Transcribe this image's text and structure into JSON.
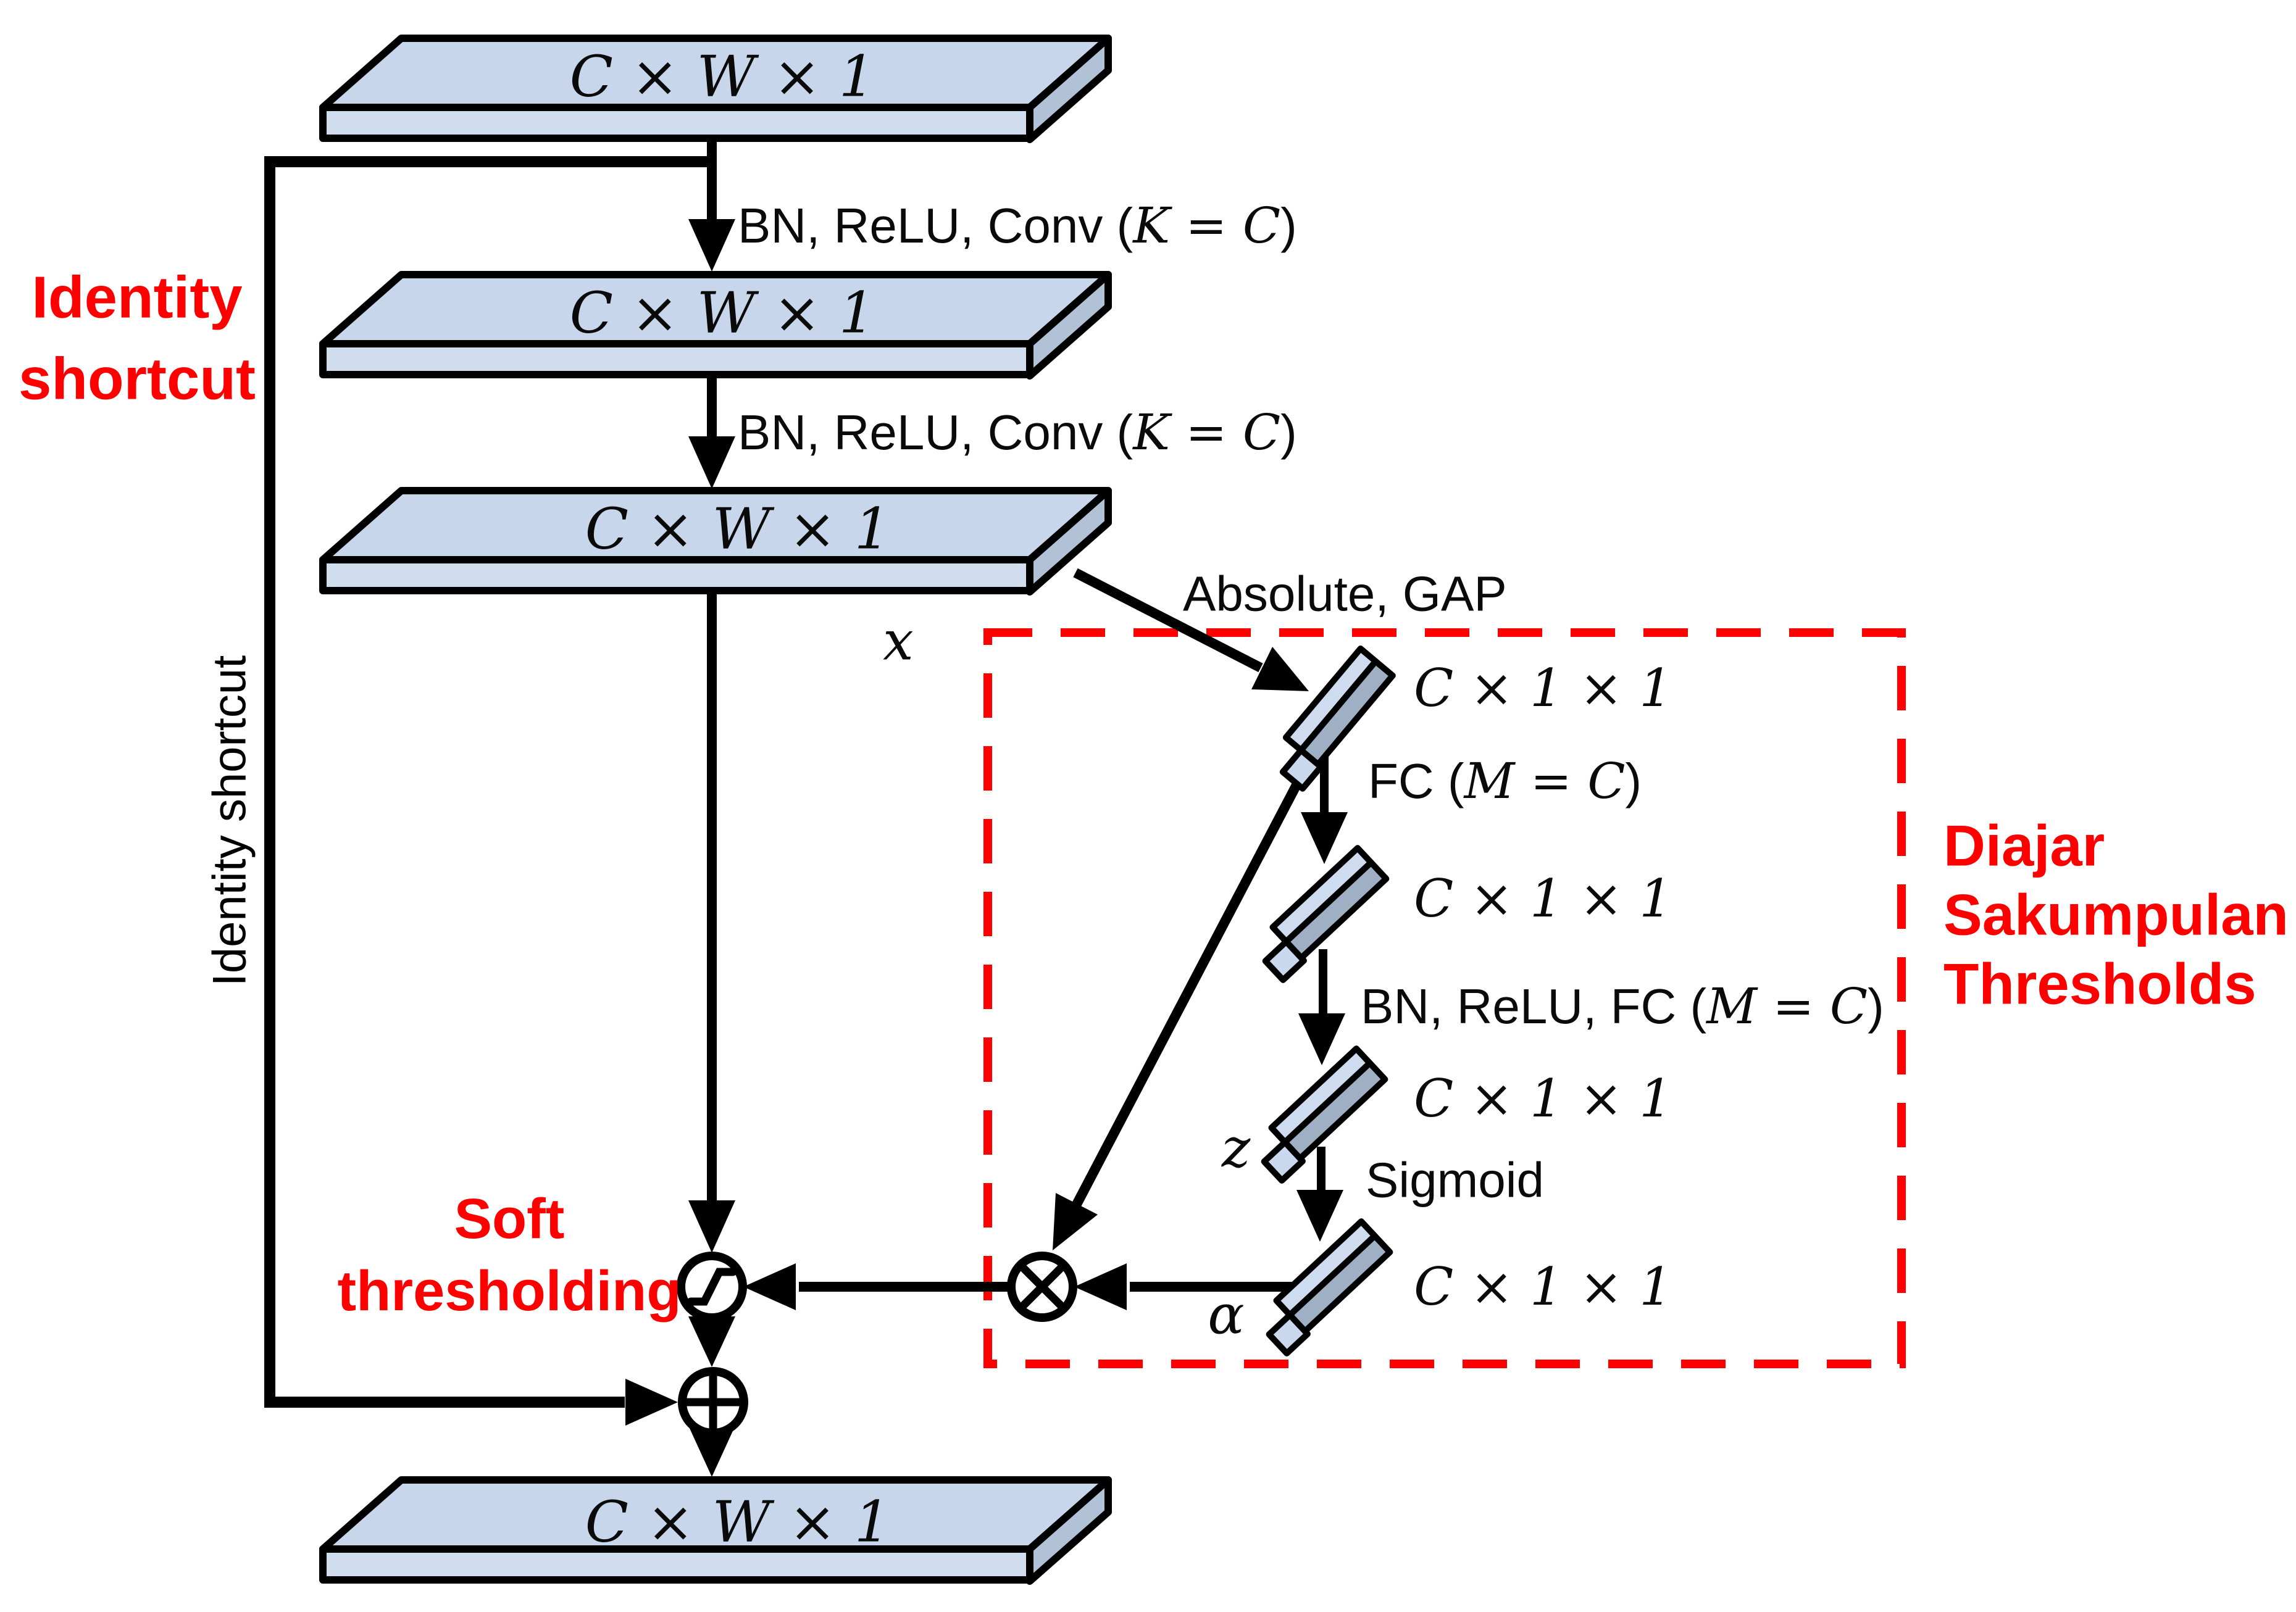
{
  "colors": {
    "accent_red": "#ff0000",
    "slab_fill": "#c7d6ea",
    "slab_band": "#d0ddef",
    "slab_side": "#b2c2d6",
    "bar_side": "#9fb0c4",
    "line_black": "#000000"
  },
  "slabs": {
    "input_label": "C × W × 1",
    "conv1_out_label": "C × W × 1",
    "conv2_out_label": "C × W × 1",
    "output_label": "C × W × 1"
  },
  "ops": {
    "conv1": {
      "pre": "BN, ReLU, Conv (",
      "math": "K = C",
      "post": ")"
    },
    "conv2": {
      "pre": "BN, ReLU, Conv (",
      "math": "K = C",
      "post": ")"
    },
    "abs_gap": "Absolute, GAP",
    "fc1": {
      "pre": "FC (",
      "math": "M = C",
      "post": ")"
    },
    "fc2": {
      "pre": "BN, ReLU, FC (",
      "math": "M = C",
      "post": ")"
    },
    "sigmoid": "Sigmoid"
  },
  "vectors": {
    "gap_label": "C × 1 × 1",
    "fc1_label": "C × 1 × 1",
    "z_label": "C × 1 × 1",
    "alpha_label": "C × 1 × 1"
  },
  "variables": {
    "x": "x",
    "z": "z",
    "alpha": "α"
  },
  "annotations": {
    "identity_red": {
      "line1": "Identity",
      "line2": "shortcut"
    },
    "identity_vertical": "Identity shortcut",
    "soft": {
      "line1": "Soft",
      "line2": "thresholding"
    },
    "dst": {
      "line1": "Diajar",
      "line2": "Sakumpulan",
      "line3": "Thresholds"
    }
  }
}
